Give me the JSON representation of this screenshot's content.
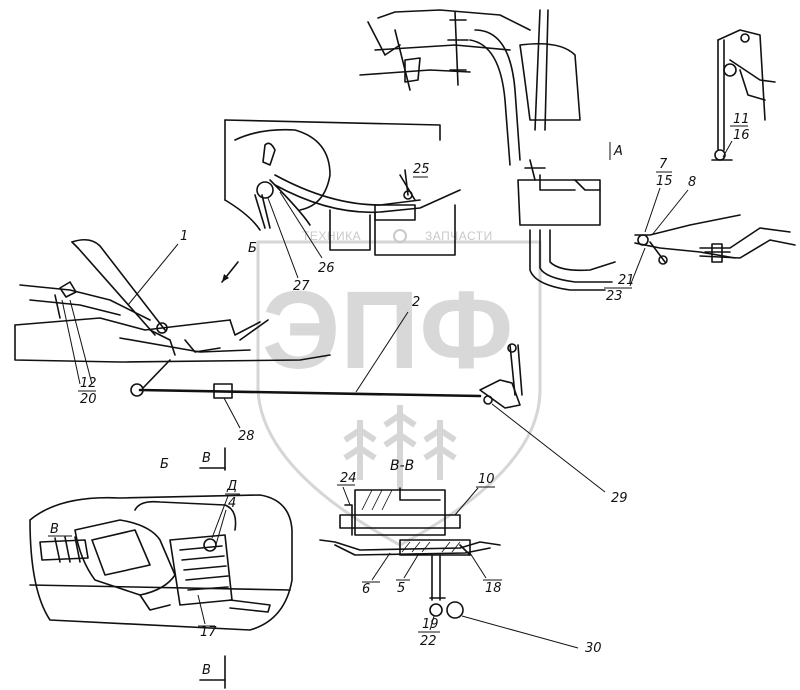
{
  "watermark": {
    "brand_text": "ТЕХНИКА",
    "brand_text_2": "ЗАПЧАСТИ",
    "logo": "ЭПФ"
  },
  "views": {
    "view_a": "А",
    "view_b": "Б",
    "view_b_detail": "Б",
    "section_vv": "В-В",
    "cut_mark_top": "В",
    "cut_mark_bottom": "В",
    "detail_v": "В",
    "detail_d": "Д"
  },
  "callouts": {
    "c1": "1",
    "c2": "2",
    "c4": "4",
    "c5": "5",
    "c6": "6",
    "c7": "7",
    "c15": "15",
    "c8": "8",
    "c10": "10",
    "c11": "11",
    "c16": "16",
    "c12": "12",
    "c20": "20",
    "c17": "17",
    "c18": "18",
    "c19": "19",
    "c22": "22",
    "c21": "21",
    "c23": "23",
    "c24": "24",
    "c25": "25",
    "c26": "26",
    "c27": "27",
    "c28": "28",
    "c29": "29",
    "c30": "30"
  }
}
